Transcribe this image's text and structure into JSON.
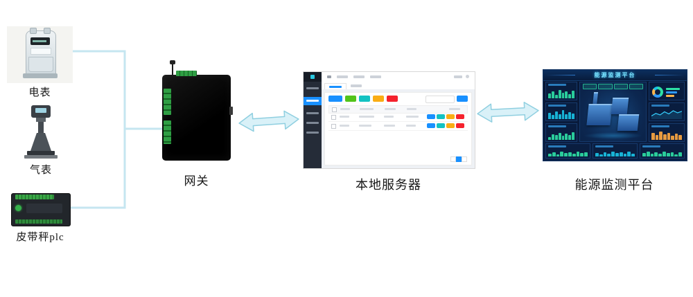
{
  "nodes": {
    "electric_meter": {
      "label": "电表"
    },
    "gas_meter": {
      "label": "气表"
    },
    "belt_scale_plc": {
      "label": "皮带秤plc"
    },
    "gateway": {
      "label": "网关"
    },
    "local_server": {
      "label": "本地服务器"
    },
    "platform": {
      "label": "能源监测平台"
    }
  },
  "platform_ui": {
    "title": "能源监测平台",
    "pie": [
      40,
      25,
      20,
      15
    ],
    "pie_colors": [
      "#2de0a5",
      "#2f9bff",
      "#ffb64d",
      "#19c3e6"
    ],
    "charts": {
      "left1": [
        45,
        70,
        35,
        80,
        55,
        65,
        40,
        75
      ],
      "left2": [
        60,
        40,
        75,
        50,
        85,
        45,
        65,
        55
      ],
      "left3": [
        30,
        55,
        45,
        70,
        40,
        60,
        50,
        75
      ],
      "right_line": [
        30,
        55,
        40,
        70,
        50,
        80,
        60,
        75
      ],
      "right_bars": [
        65,
        45,
        80,
        55,
        70,
        40,
        60,
        50
      ],
      "bottom1": [
        40,
        60,
        35,
        70,
        50,
        65,
        45,
        75,
        55,
        60
      ],
      "bottom2": [
        55,
        35,
        65,
        45,
        75,
        50,
        60,
        40,
        70,
        45
      ],
      "bottom3": [
        50,
        70,
        40,
        60,
        45,
        75,
        55,
        65,
        35,
        60
      ]
    }
  },
  "colors": {
    "connector": "#c5e6f0",
    "arrow_fill": "#d9f1f8",
    "arrow_stroke": "#8fcfe0",
    "accent_blue": "#1890ff",
    "success_green": "#52c41a",
    "warning_orange": "#faad14",
    "danger_red": "#f5222d",
    "dashboard_bg": "#0a1f44"
  }
}
